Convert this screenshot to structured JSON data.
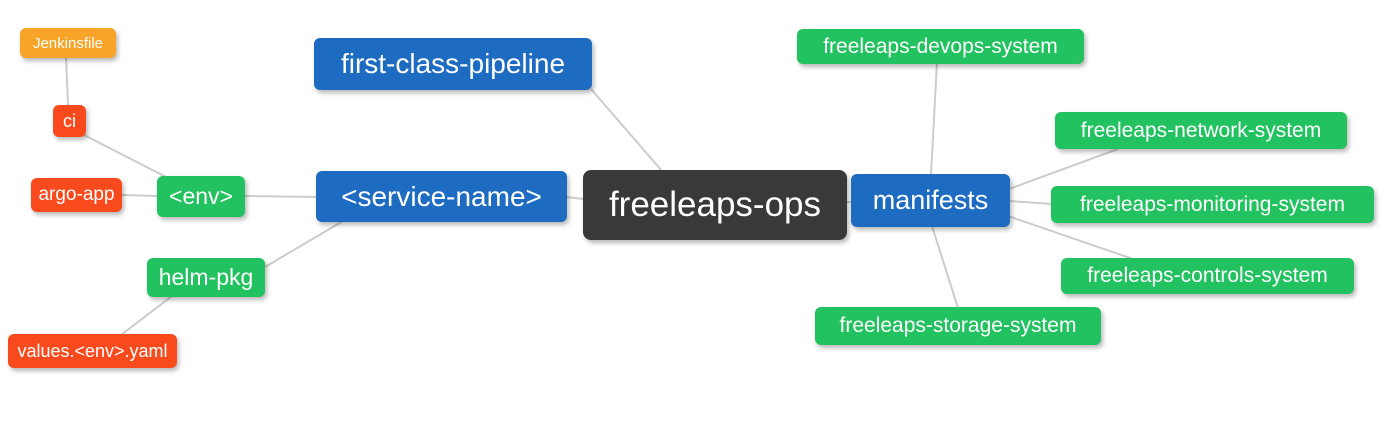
{
  "diagram_title": "freeleaps-ops mind map",
  "palette": {
    "blue": "#1e6bc2",
    "green": "#21c25f",
    "red": "#f94a1d",
    "orange": "#f7a428",
    "dark": "#3b3937",
    "edge": "#cccccc",
    "background": "#ffffff",
    "text": "#ffffff"
  },
  "nodes": {
    "freeleaps_ops": {
      "label": "freeleaps-ops",
      "color": "dark"
    },
    "first_class_pipeline": {
      "label": "first-class-pipeline",
      "color": "blue"
    },
    "service_name": {
      "label": "<service-name>",
      "color": "blue"
    },
    "manifests": {
      "label": "manifests",
      "color": "blue"
    },
    "env": {
      "label": "<env>",
      "color": "green"
    },
    "helm_pkg": {
      "label": "helm-pkg",
      "color": "green"
    },
    "ci": {
      "label": "ci",
      "color": "red"
    },
    "argo_app": {
      "label": "argo-app",
      "color": "red"
    },
    "jenkinsfile": {
      "label": "Jenkinsfile",
      "color": "orange"
    },
    "values_env_yaml": {
      "label": "values.<env>.yaml",
      "color": "red"
    },
    "devops_system": {
      "label": "freeleaps-devops-system",
      "color": "green"
    },
    "network_system": {
      "label": "freeleaps-network-system",
      "color": "green"
    },
    "monitoring_system": {
      "label": "freeleaps-monitoring-system",
      "color": "green"
    },
    "controls_system": {
      "label": "freeleaps-controls-system",
      "color": "green"
    },
    "storage_system": {
      "label": "freeleaps-storage-system",
      "color": "green"
    }
  },
  "edges": [
    {
      "from": "jenkinsfile",
      "to": "ci"
    },
    {
      "from": "ci",
      "to": "env"
    },
    {
      "from": "argo_app",
      "to": "env"
    },
    {
      "from": "env",
      "to": "service_name"
    },
    {
      "from": "helm_pkg",
      "to": "service_name"
    },
    {
      "from": "values_env_yaml",
      "to": "helm_pkg"
    },
    {
      "from": "first_class_pipeline",
      "to": "freeleaps_ops"
    },
    {
      "from": "service_name",
      "to": "freeleaps_ops"
    },
    {
      "from": "freeleaps_ops",
      "to": "manifests"
    },
    {
      "from": "manifests",
      "to": "devops_system"
    },
    {
      "from": "manifests",
      "to": "network_system"
    },
    {
      "from": "manifests",
      "to": "monitoring_system"
    },
    {
      "from": "manifests",
      "to": "controls_system"
    },
    {
      "from": "manifests",
      "to": "storage_system"
    }
  ]
}
